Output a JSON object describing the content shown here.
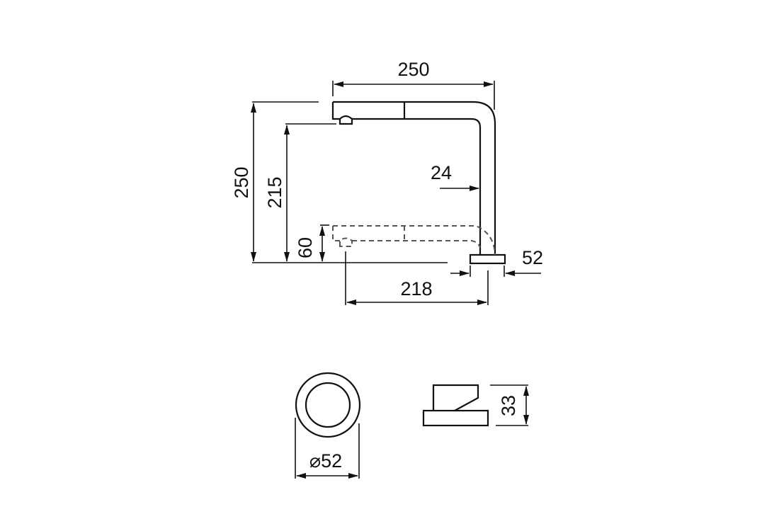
{
  "drawing": {
    "dimensions": {
      "total_width": "250",
      "total_height": "250",
      "spout_height": "215",
      "pulled_spout_height": "60",
      "tube_diameter": "24",
      "base_diameter_side": "52",
      "reach": "218",
      "base_plate_diameter": "⌀52",
      "base_height": "33"
    },
    "colors": {
      "line": "#111111",
      "dashed": "#555555",
      "background": "#ffffff"
    }
  }
}
